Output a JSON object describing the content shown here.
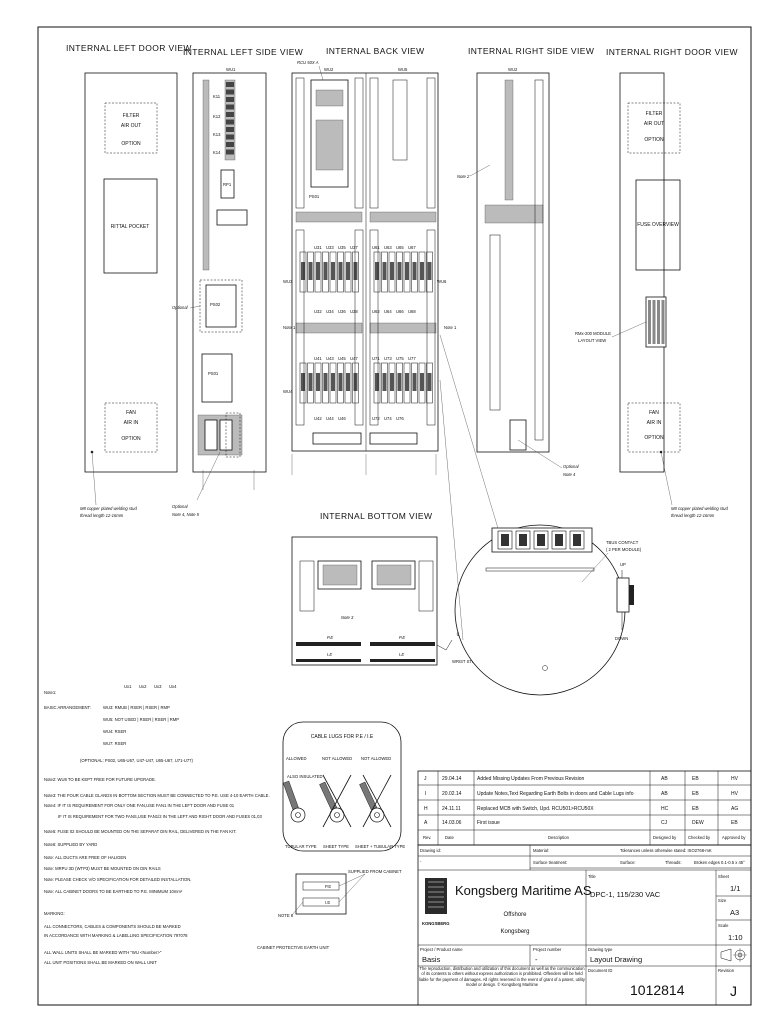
{
  "views": {
    "left_door": "INTERNAL LEFT DOOR VIEW",
    "left_side": "INTERNAL LEFT SIDE VIEW",
    "back": "INTERNAL BACK VIEW",
    "right_side": "INTERNAL RIGHT SIDE VIEW",
    "right_door": "INTERNAL RIGHT DOOR VIEW",
    "bottom": "INTERNAL BOTTOM VIEW"
  },
  "left_door": {
    "filter": [
      "FILTER",
      "AIR OUT",
      "OPTION"
    ],
    "pocket": "RITTAL POCKET",
    "fan": [
      "FAN",
      "AIR IN",
      "OPTION"
    ],
    "bolt_note": [
      "M8 copper plated welding stud",
      "thread length 12-16mm"
    ]
  },
  "right_door": {
    "filter": [
      "FILTER",
      "AIR OUT",
      "OPTION"
    ],
    "fuse": "FUSE OVERVIEW",
    "fan": [
      "FAN",
      "AIR IN",
      "OPTION"
    ],
    "bolt_note": [
      "M8 copper plated welding stud",
      "thread length 12-16mm"
    ]
  },
  "labels": {
    "wu1": "WU1",
    "wu2": "WU2",
    "wu3": "WU3",
    "wu4": "WU4",
    "wu5": "WU5",
    "wu6": "WU6",
    "rcu": "RCU 50X A",
    "ps01": "PS01",
    "ps02": "PS02",
    "ps01b": "PS01",
    "rp1": "RP1",
    "k": [
      "K11",
      "K12",
      "K13",
      "K14"
    ],
    "optional": "Optional",
    "optional_note": "Optional",
    "note45": "Note 4, Note 5",
    "note1a": "Note 1",
    "note1b": "Note 1",
    "note2": "Note 2",
    "note3": "Note 3",
    "note4": "Note 4",
    "module_note": [
      "RMx-200 MODULE",
      "LAYOUT VIEW"
    ],
    "bus_contact": [
      "TBUS CONTACT",
      "( 2 PER MODULE)"
    ],
    "up": "UP",
    "down": "DOWN",
    "wrist": "WRIST STRAP",
    "pe": "P.E",
    "ie": "I.E",
    "u_top": [
      "U31",
      "U33",
      "U35",
      "U37",
      "U61",
      "U63",
      "U65",
      "U67"
    ],
    "u_mid": [
      "U32",
      "U34",
      "U36",
      "U38",
      "U62",
      "U64",
      "U66",
      "U68"
    ],
    "u_low": [
      "U41",
      "U43",
      "U45",
      "U47",
      "U71",
      "U73",
      "U75",
      "U77"
    ],
    "u_bot": [
      "U42",
      "U44",
      "U46",
      "U72",
      "U74",
      "U76"
    ]
  },
  "notes": {
    "heading": "Note1:",
    "basic": "BASIC ARRANGEMENT:",
    "cols": [
      "Ux1",
      "Ux2",
      "Ux3",
      "Ux4"
    ],
    "rows": [
      "WU3:  RMUB | RSER | RSER | RMP",
      "WU5: NOT USED | RSER | RSER | RMP",
      "WU4:   RSER",
      "WU7:   RSER"
    ],
    "optional_line": "(OPTIONAL: PS02, U65-U67, U47-U47, U65-U67, U71-U77)",
    "lines": [
      "Note2: WU8 TO BE KEPT FREE FOR FUTURE UPGRADE.",
      "Note3: THE FOUR CABLE GLANDS IN BOTTOM SECTION MUST BE CONNECTED TO P.E. USE 4-10 EARTH CABLE.",
      "Note4: IF IT IS REQUIREMENT FOR ONLY ONE FAN,USE FAN1 IN THE LEFT DOOR AND FUSE 01",
      "IF IT IS REQUIREMENT FOR TWO FANS,USE FAN1/2 IN THE LEFT AND RIGHT DOOR AND FUSES 01,03",
      "Note5: FUSE 02 SHOULD BE MOUNTED ON THE SEPARAT DIN RAIL, DELIVERED IN THE FAN KIT.",
      "Note6: SUPPLIED BY YARD",
      "Note:  ALL DUCTS ARE FREE OF HALIGEN",
      "Note:  MRPU 3D (WTP3) MUST BE MOUNTED ON DIN RAILS",
      "Note:  PLEASE CHECK V/O SPECIFICATION FOR DETAILED INSTALLATION.",
      "Note:  ALL CABINET DOORS TO BE EARTHED TO P.E. MINIMUM 10mm²"
    ],
    "marking": [
      "MARKING:",
      "ALL CONNECTORS, CABLES & COMPONENTS SHOULD BE MARKED",
      "IN ACCORDANCE WITH MARKING & LABELLING SPECIFICATION 797078",
      "ALL WALL UNITS SHALL BE MARKED WITH \"WU <Number>\"",
      "ALL UNIT POSITIONS SHALL BE MARKED ON WALL UNIT"
    ]
  },
  "lugs": {
    "title": "CABLE LUGS FOR P.E / I.E",
    "allowed": "ALLOWED",
    "not_allowed_1": "NOT ALLOWED",
    "not_allowed_2": "NOT ALLOWED",
    "insulated": "ALSO INSULATED",
    "types": [
      "TUBULAR TYPE",
      "SHEET TYPE",
      "SHEET + TUBULAR TYPE"
    ]
  },
  "earth": {
    "supplied": "SUPPLIED FROM CABINET",
    "note6": "NOTE 6",
    "pe": "P.E",
    "ie": "I.E",
    "caption": "CABINET PROTECTIVE EARTH UNIT"
  },
  "revisions": [
    {
      "rev": "J",
      "date": "29.04.14",
      "desc": "Added Missing Updates From Previous Revision",
      "by": "AB",
      "chk": "EB",
      "app": "HV"
    },
    {
      "rev": "I",
      "date": "20.02.14",
      "desc": "Update Notes,Text Regarding Earth Bolts in doors and Cable Lugs info",
      "by": "AB",
      "chk": "EB",
      "app": "HV"
    },
    {
      "rev": "H",
      "date": "24.11.11",
      "desc": "Replaced MCB with Switch, Upd. RCU501>RCU50X",
      "by": "HC",
      "chk": "EB",
      "app": "AG"
    },
    {
      "rev": "A",
      "date": "14.03.06",
      "desc": "First issue",
      "by": "CJ",
      "chk": "DEW",
      "app": "EB"
    }
  ],
  "rev_header": {
    "rev": "Rev.",
    "date": "Date",
    "desc": "Description",
    "by": "Designed by",
    "chk": "Checked by",
    "app": "Approved by"
  },
  "titleblock": {
    "drawing_id_lbl": "Drawing id:",
    "drawing_id": "-",
    "material_lbl": "Material:",
    "tolerances": "Tolerances unless otherwise stated: ISO2768-mK",
    "surface_lbl": "Surface treatment:",
    "surface": "Surface:",
    "threads": "Threads:",
    "broken": "Broken edges 0.1-0.5 x 45°",
    "company": "Kongsberg Maritime AS",
    "division": "Offshore",
    "city": "Kongsberg",
    "logo_text": "KONGSBERG",
    "title_lbl": "Title",
    "title": "DPC-1, 115/230 VAC",
    "sheet_lbl": "Sheet",
    "sheet": "1/1",
    "size_lbl": "Size",
    "size": "A3",
    "scale_lbl": "Scale",
    "scale": "1:10",
    "project_lbl": "Project / Product name",
    "project": "Basis",
    "projnum_lbl": "Project number",
    "projnum": "-",
    "dtype_lbl": "Drawing type",
    "dtype": "Layout Drawing",
    "legal": "The reproduction, distribution and utilization of this document as well as the communication of its contents to others without express authorization is prohibited. Offenders will be held liable for the payment of damages. All rights reserved in the event of grant of a patent, utility model or design. © Kongsberg Maritime",
    "docid_lbl": "Document ID",
    "docid": "1012814",
    "revision_lbl": "Revision",
    "revision": "J"
  }
}
